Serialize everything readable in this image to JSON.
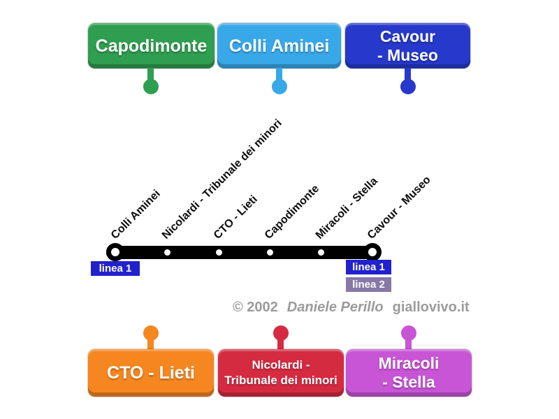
{
  "top_labels": [
    {
      "line1": "Capodimonte",
      "line2": "",
      "color": "#2f9e50"
    },
    {
      "line1": "Colli Aminei",
      "line2": "",
      "color": "#38a8e8"
    },
    {
      "line1": "Cavour",
      "line2": "- Museo",
      "color": "#2639cb"
    }
  ],
  "bottom_labels": [
    {
      "line1": "CTO - Lieti",
      "line2": "",
      "color": "#f6861f"
    },
    {
      "line1": "Nicolardi -",
      "line2": "Tribunale dei minori",
      "color": "#d52b41"
    },
    {
      "line1": "Miracoli",
      "line2": "- Stella",
      "color": "#c855d6"
    }
  ],
  "diagram": {
    "station_labels": [
      "Colli Aminei",
      "Nicolardi - Tribunale dei minori",
      "CTO - Lieti",
      "Capodimonte",
      "Miracoli - Stella",
      "Cavour - Museo"
    ],
    "badges": {
      "left": [
        {
          "text": "linea 1",
          "color": "#2121cd"
        }
      ],
      "right": [
        {
          "text": "linea 1",
          "color": "#2121cd"
        },
        {
          "text": "linea 2",
          "color": "#8678a8"
        }
      ]
    },
    "credit": {
      "copyright": "© 2002",
      "author": "Daniele Perillo",
      "site": "giallovivo.it",
      "color": "#9b9b9b"
    },
    "line_color": "#000000"
  }
}
